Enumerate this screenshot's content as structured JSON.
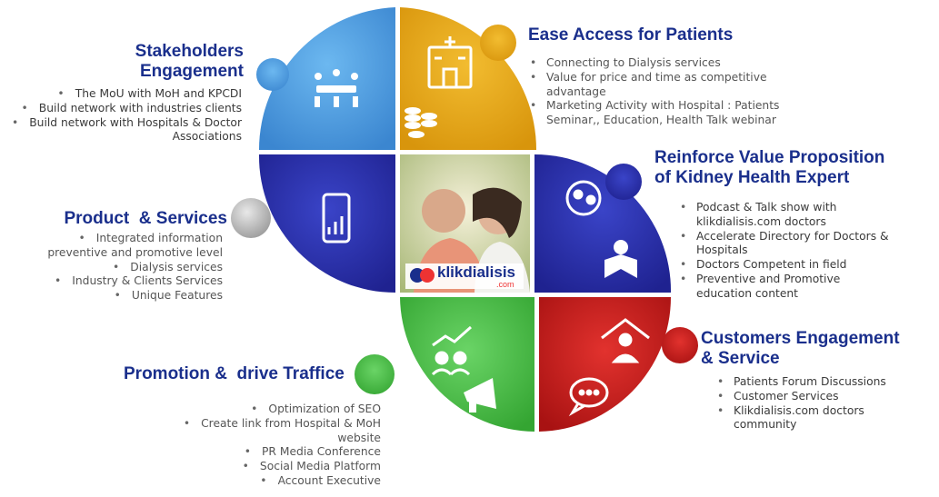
{
  "colors": {
    "blue": "#2a2fa8",
    "lightblue": "#5aa8e8",
    "yellow": "#e8a81a",
    "green": "#4cc04a",
    "red": "#cc1e1e",
    "heading": "#1a2f8c"
  },
  "center": {
    "logo_text": "klikdialisis",
    "logo_sub": ".com"
  },
  "sections": {
    "stakeholders": {
      "title_line1": "Stakeholders",
      "title_line2": "Engagement",
      "items": [
        "The MoU with MoH and KPCDI",
        "Build network with industries clients",
        "Build network with Hospitals & Doctor Associations"
      ]
    },
    "ease_access": {
      "title": "Ease Access for Patients",
      "items": [
        "Connecting to Dialysis services",
        "Value for price and time as competitive advantage",
        "Marketing Activity with Hospital : Patients Seminar,, Education, Health Talk webinar"
      ]
    },
    "product": {
      "title": "Product  & Services",
      "items": [
        "Integrated information preventive and promotive level",
        "Dialysis services",
        "Industry & Clients Services",
        "Unique Features"
      ]
    },
    "reinforce": {
      "title_line1": "Reinforce Value Proposition",
      "title_line2": "of Kidney Health Expert",
      "items": [
        "Podcast & Talk show with klikdialisis.com doctors",
        "Accelerate Directory for Doctors & Hospitals",
        "Doctors Competent in field",
        "Preventive and Promotive education content"
      ]
    },
    "customers": {
      "title_line1": "Customers Engagement",
      "title_line2": "& Service",
      "items": [
        "Patients Forum Discussions",
        "Customer Services",
        "Klikdialisis.com doctors community"
      ]
    },
    "promotion": {
      "title": "Promotion &  drive Traffice",
      "items": [
        "Optimization of SEO",
        "Create link from Hospital & MoH website",
        "PR Media Conference",
        "Social Media Platform",
        "Account Executive"
      ]
    }
  }
}
